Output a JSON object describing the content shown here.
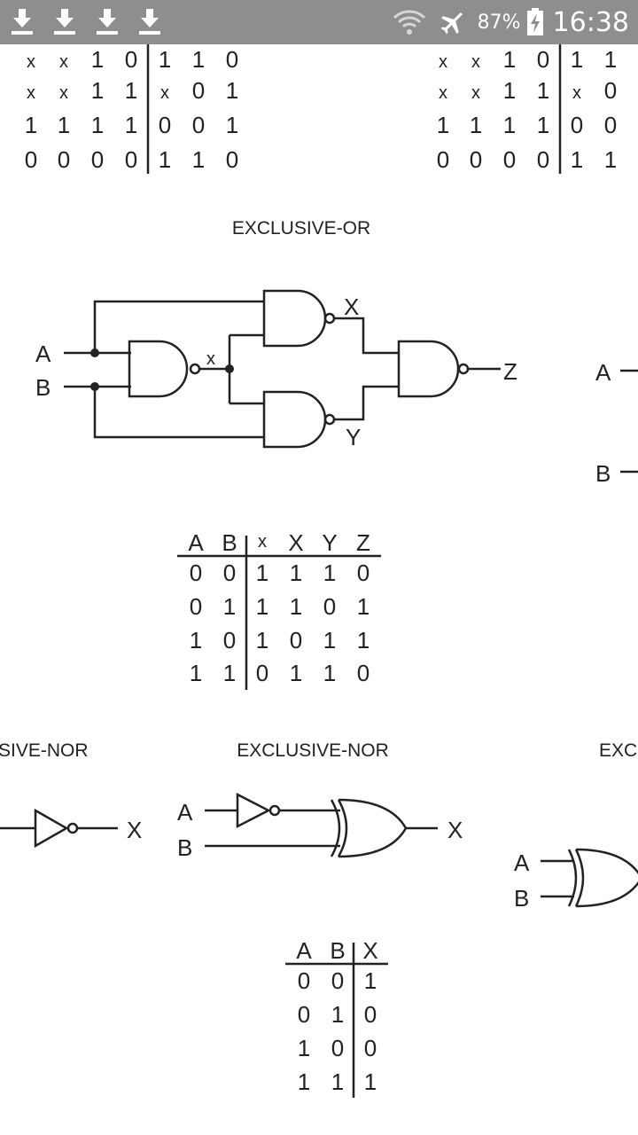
{
  "status_bar": {
    "battery_percent": "87%",
    "time": "16:38",
    "icons": [
      "download-icon",
      "download-icon",
      "download-icon",
      "download-icon",
      "wifi-icon",
      "airplane-mode-icon",
      "battery-charging-icon"
    ]
  },
  "top_tables": {
    "left_rows": [
      [
        "x",
        "x",
        "1",
        "0",
        "1",
        "1",
        "0"
      ],
      [
        "x",
        "x",
        "1",
        "1",
        "x",
        "0",
        "1"
      ],
      [
        "1",
        "1",
        "1",
        "1",
        "0",
        "0",
        "1"
      ],
      [
        "0",
        "0",
        "0",
        "0",
        "1",
        "1",
        "0"
      ]
    ],
    "right_rows": [
      [
        "x",
        "x",
        "1",
        "0",
        "1",
        "1"
      ],
      [
        "x",
        "x",
        "1",
        "1",
        "x",
        "0"
      ],
      [
        "1",
        "1",
        "1",
        "1",
        "0",
        "0"
      ],
      [
        "0",
        "0",
        "0",
        "0",
        "1",
        "1"
      ]
    ]
  },
  "xor_section": {
    "title": "EXCLUSIVE-OR",
    "input_a": "A",
    "input_b": "B",
    "node_x_small": "x",
    "node_x_big": "X",
    "node_y": "Y",
    "output_z": "Z",
    "truth_headers": [
      "A",
      "B",
      "x",
      "X",
      "Y",
      "Z"
    ],
    "truth_rows": [
      [
        "0",
        "0",
        "1",
        "1",
        "1",
        "0"
      ],
      [
        "0",
        "1",
        "1",
        "1",
        "0",
        "1"
      ],
      [
        "1",
        "0",
        "1",
        "0",
        "1",
        "1"
      ],
      [
        "1",
        "1",
        "0",
        "1",
        "1",
        "0"
      ]
    ],
    "right_partial_a": "A",
    "right_partial_b": "B"
  },
  "xnor_section": {
    "left_title_partial": "SIVE-NOR",
    "title": "EXCLUSIVE-NOR",
    "right_title_partial": "EXC",
    "left_output": "X",
    "input_a": "A",
    "input_b": "B",
    "output_x": "X",
    "right_input_a": "A",
    "right_input_b": "B",
    "truth_headers": [
      "A",
      "B",
      "X"
    ],
    "truth_rows": [
      [
        "0",
        "0",
        "1"
      ],
      [
        "0",
        "1",
        "0"
      ],
      [
        "1",
        "0",
        "0"
      ],
      [
        "1",
        "1",
        "1"
      ]
    ]
  }
}
